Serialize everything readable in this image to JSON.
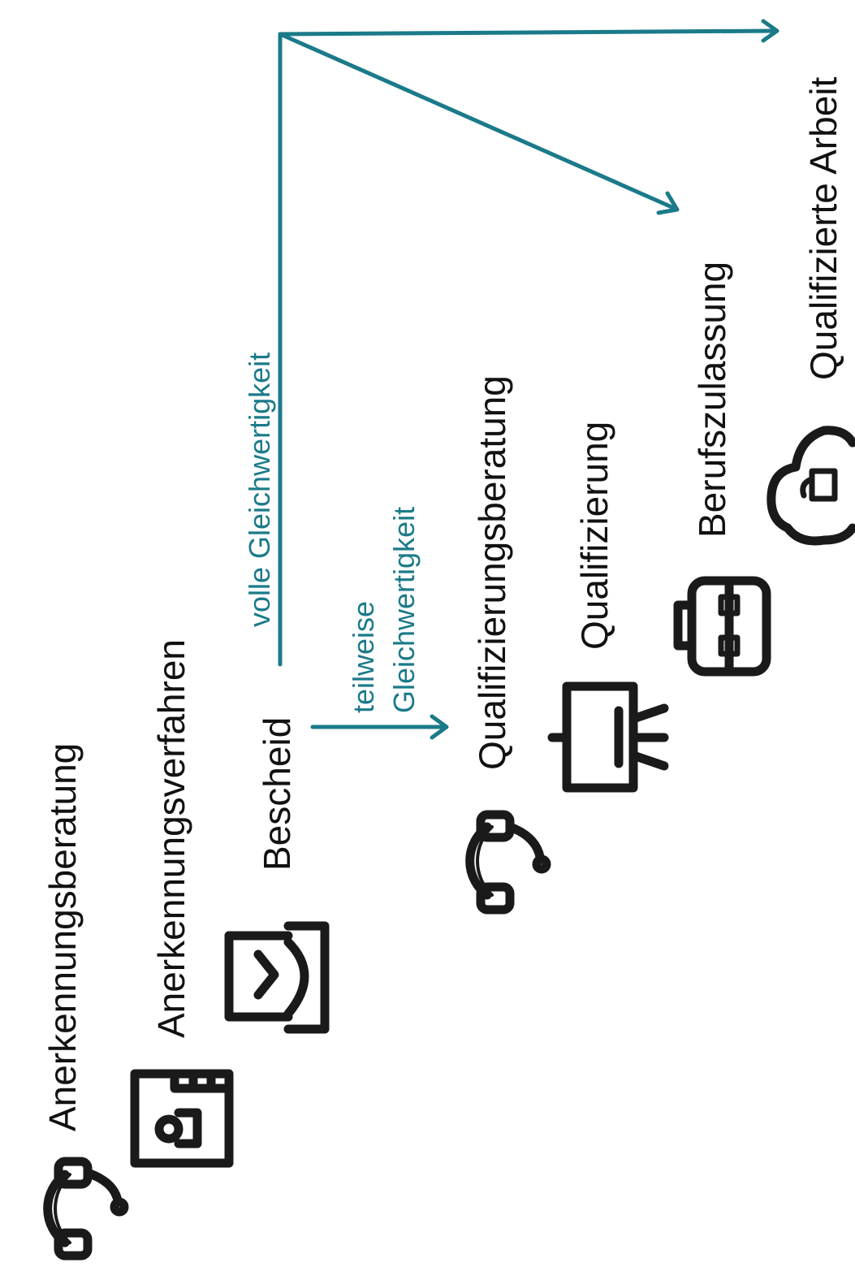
{
  "colors": {
    "accent": "#1b7a89",
    "text": "#111111",
    "icon": "#1a1a1a"
  },
  "steps": [
    {
      "label": "Anerkennungsberatung",
      "icon": "headset-icon"
    },
    {
      "label": "Anerkennungsverfahren",
      "icon": "folder-user-icon"
    },
    {
      "label": "Bescheid",
      "icon": "inbox-chevron-icon"
    },
    {
      "label": "Qualifizierungsberatung",
      "icon": "headset-icon"
    },
    {
      "label": "Qualifizierung",
      "icon": "presentation-easel-icon"
    },
    {
      "label": "Berufszulassung",
      "icon": "briefcase-network-icon"
    },
    {
      "label": "Qualifizierte Arbeit",
      "icon": "cloud-lock-icon"
    }
  ],
  "branches": {
    "full_label": "volle Gleichwertigkeit",
    "partial_label_line1": "teilweise",
    "partial_label_line2": "Gleichwertigkeit"
  }
}
